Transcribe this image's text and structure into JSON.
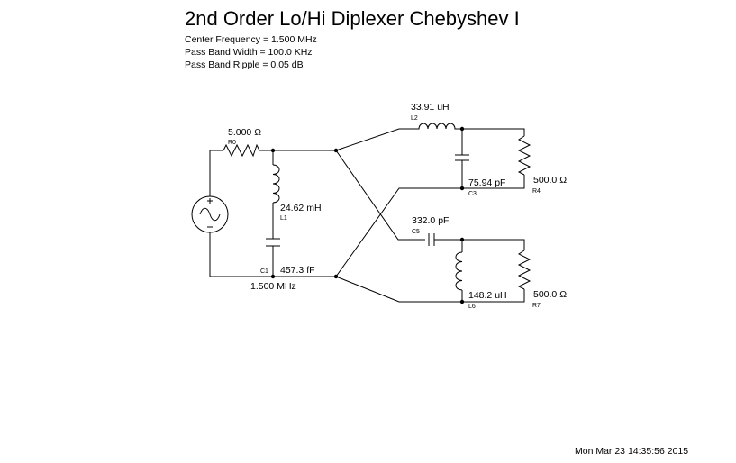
{
  "title": "2nd Order Lo/Hi Diplexer Chebyshev I",
  "specs": {
    "center_frequency": "Center Frequency = 1.500 MHz",
    "pass_band_width": "Pass Band Width = 100.0 KHz",
    "pass_band_ripple": "Pass Band Ripple = 0.05 dB"
  },
  "components": {
    "r0": {
      "ref": "R0",
      "value": "5.000 Ω"
    },
    "l1": {
      "ref": "L1",
      "value": "24.62 mH"
    },
    "c1": {
      "ref": "C1",
      "value": "457.3 fF"
    },
    "l2": {
      "ref": "L2",
      "value": "33.91 uH"
    },
    "c3": {
      "ref": "C3",
      "value": "75.94 pF"
    },
    "r4": {
      "ref": "R4",
      "value": "500.0 Ω"
    },
    "c5": {
      "ref": "C5",
      "value": "332.0 pF"
    },
    "l6": {
      "ref": "L6",
      "value": "148.2 uH"
    },
    "r7": {
      "ref": "R7",
      "value": "500.0 Ω"
    }
  },
  "source": {
    "frequency": "1.500 MHz"
  },
  "timestamp": "Mon Mar 23 14:35:56 2015"
}
